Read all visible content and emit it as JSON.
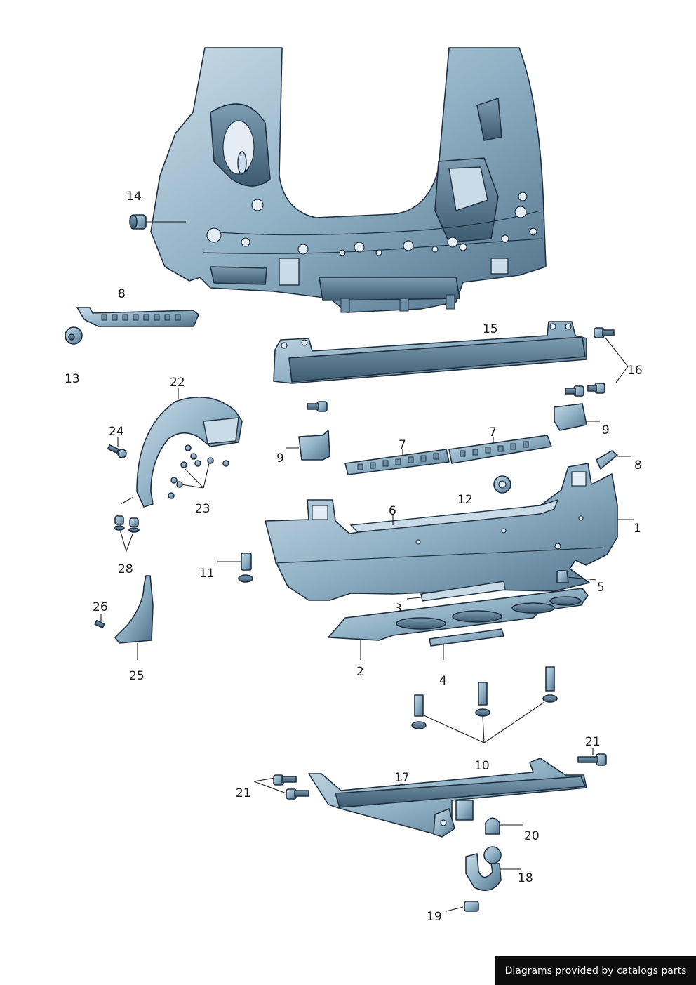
{
  "callouts": {
    "c1": "1",
    "c2": "2",
    "c3": "3",
    "c4": "4",
    "c5": "5",
    "c6": "6",
    "c7a": "7",
    "c7b": "7",
    "c8a": "8",
    "c8b": "8",
    "c9a": "9",
    "c9b": "9",
    "c10": "10",
    "c11": "11",
    "c12": "12",
    "c13": "13",
    "c14": "14",
    "c15": "15",
    "c16": "16",
    "c17": "17",
    "c18": "18",
    "c19": "19",
    "c20": "20",
    "c21a": "21",
    "c21b": "21",
    "c22": "22",
    "c23": "23",
    "c24": "24",
    "c25": "25",
    "c26": "26",
    "c28": "28"
  },
  "credit": "Diagrams provided by catalogs parts",
  "colors": {
    "part_light": "#c9dbe6",
    "part_mid": "#8fb0c4",
    "part_dark": "#4f7088",
    "outline": "#1f2f40"
  }
}
